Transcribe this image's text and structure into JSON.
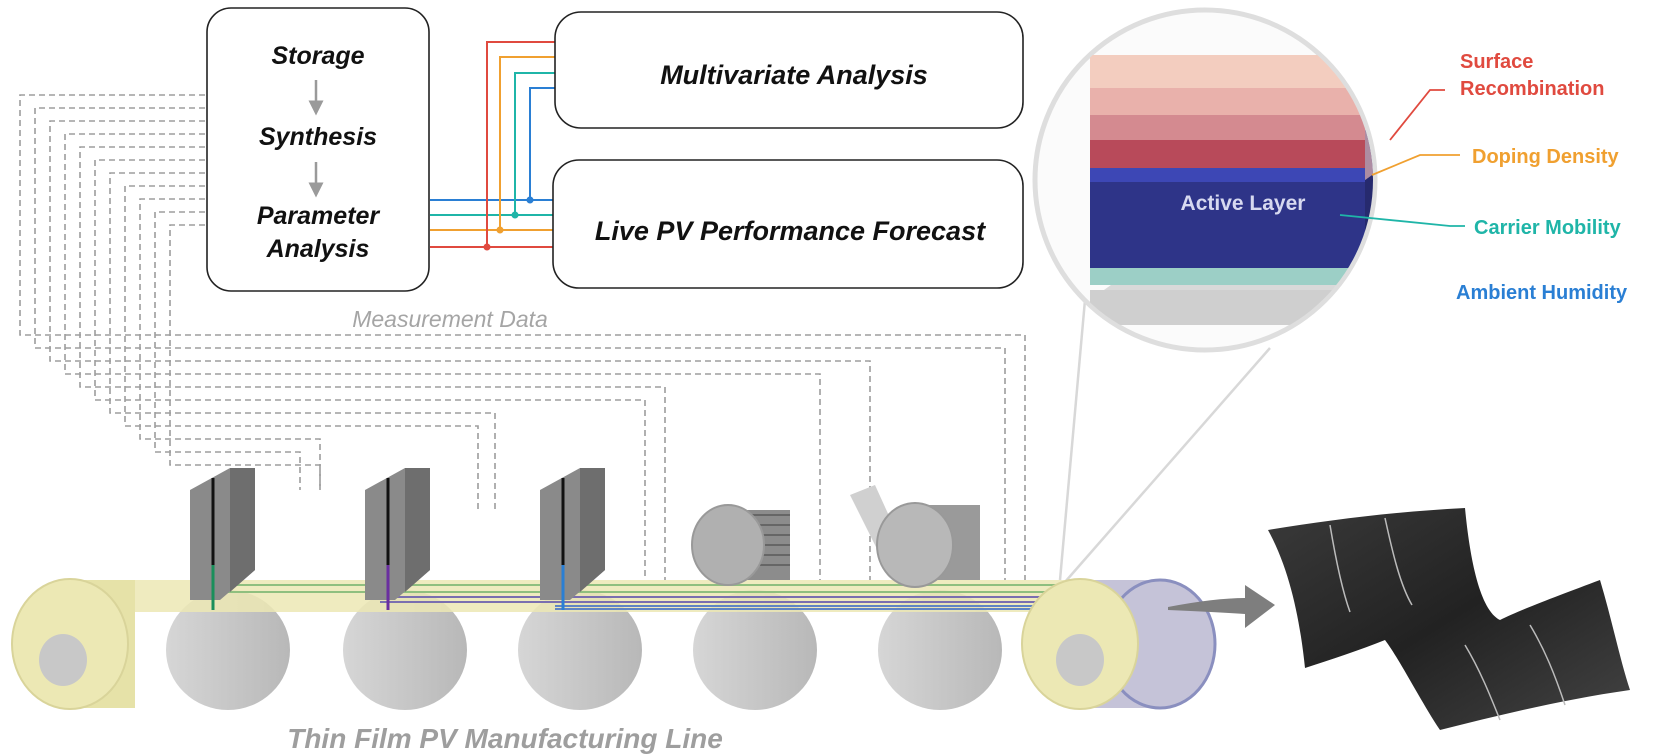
{
  "pipeline_box": {
    "step1": "Storage",
    "step2": "Synthesis",
    "step3_line1": "Parameter",
    "step3_line2": "Analysis"
  },
  "multivariate_box": {
    "label": "Multivariate Analysis"
  },
  "forecast_box": {
    "label": "Live PV Performance Forecast"
  },
  "measurement_label": "Measurement Data",
  "manufacturing_label": "Thin Film PV Manufacturing Line",
  "zoom": {
    "active_layer": "Active Layer",
    "labels": [
      {
        "line1": "Surface",
        "line2": "Recombination",
        "color": "#e04a3f"
      },
      {
        "line1": "Doping Density",
        "line2": "",
        "color": "#f0a030"
      },
      {
        "line1": "Carrier Mobility",
        "line2": "",
        "color": "#1fb5a8"
      },
      {
        "line1": "Ambient Humidity",
        "line2": "",
        "color": "#2a7fd4"
      }
    ]
  },
  "colors": {
    "red": "#e04a3f",
    "orange": "#f0a030",
    "teal": "#1fb5a8",
    "blue": "#2a7fd4",
    "film": "#ece8b4",
    "roller": "#c8c8c8",
    "active_layer": "#2e3488"
  }
}
